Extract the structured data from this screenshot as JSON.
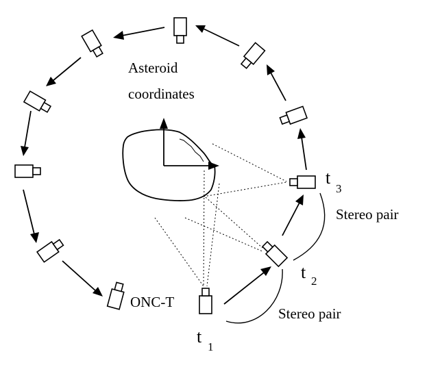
{
  "labels": {
    "asteroid_line1": "Asteroid",
    "asteroid_line2": "coordinates",
    "camera_name": "ONC-T",
    "stereo_pair_top": "Stereo pair",
    "stereo_pair_bottom": "Stereo pair",
    "t1_base": "t",
    "t1_sub": "1",
    "t2_base": "t",
    "t2_sub": "2",
    "t3_base": "t",
    "t3_sub": "3"
  },
  "icons": {
    "camera": "camera-icon",
    "asteroid": "asteroid-shape",
    "axes": "coordinate-axes"
  }
}
